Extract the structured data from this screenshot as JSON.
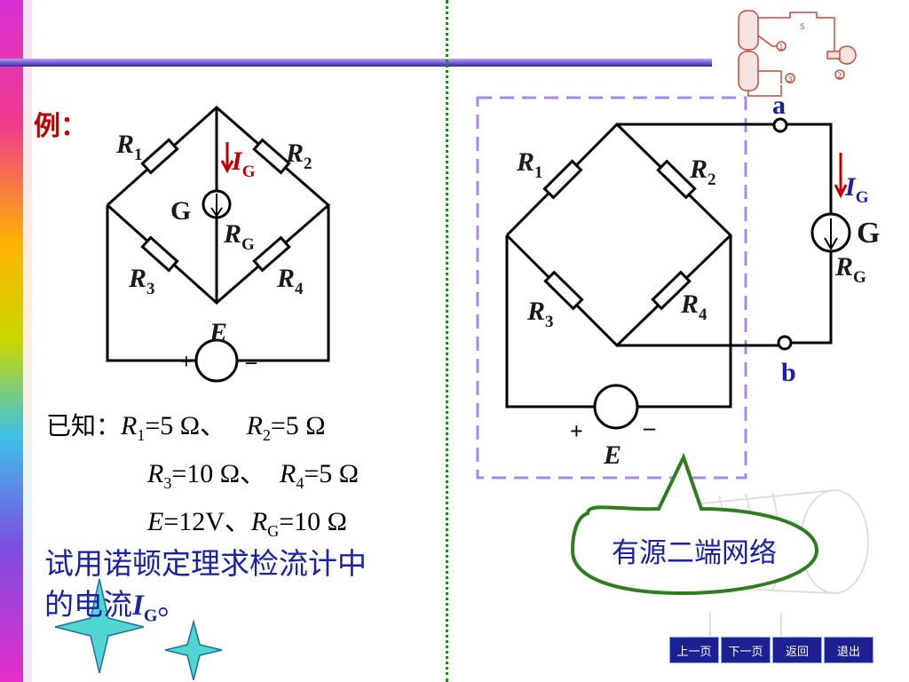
{
  "example_label": "例：",
  "left_circuit": {
    "r1": "R",
    "r1_sub": "1",
    "r2": "R",
    "r2_sub": "2",
    "r3": "R",
    "r3_sub": "3",
    "r4": "R",
    "r4_sub": "4",
    "rg": "R",
    "rg_sub": "G",
    "ig": "I",
    "ig_sub": "G",
    "g": "G",
    "e": "E",
    "plus": "+",
    "minus": "–"
  },
  "right_circuit": {
    "r1": "R",
    "r1_sub": "1",
    "r2": "R",
    "r2_sub": "2",
    "r3": "R",
    "r3_sub": "3",
    "r4": "R",
    "r4_sub": "4",
    "rg": "R",
    "rg_sub": "G",
    "ig": "I",
    "ig_sub": "G",
    "g": "G",
    "e": "E",
    "plus": "+",
    "minus": "–",
    "node_a": "a",
    "node_b": "b"
  },
  "known": {
    "prefix": "已知：",
    "line1_r1": "R",
    "line1_r1_sub": "1",
    "line1_r1_val": "=5 Ω、",
    "line1_r2": "R",
    "line1_r2_sub": "2",
    "line1_r2_val": "=5 Ω",
    "line2_r3": "R",
    "line2_r3_sub": "3",
    "line2_r3_val": "=10 Ω、",
    "line2_r4": "R",
    "line2_r4_sub": "4",
    "line2_r4_val": "=5 Ω",
    "line3_e": "E",
    "line3_e_val": "=12V、",
    "line3_rg": "R",
    "line3_rg_sub": "G",
    "line3_rg_val": "=10 Ω"
  },
  "question": {
    "line1": "试用诺顿定理求检流计中",
    "line2_prefix": "的电流",
    "line2_var": "I",
    "line2_sub": "G",
    "line2_end": "。"
  },
  "callout": "有源二端网络",
  "thumbnail": {
    "s": "S",
    "n1": "1",
    "n2": "2",
    "n3": "3"
  },
  "nav": [
    "上一页",
    "下一页",
    "返回",
    "退出"
  ],
  "colors": {
    "label": "#1a20a8",
    "accent": "#c00000",
    "dashed": "#a58ae8",
    "bubble": "#2e7d1e"
  }
}
